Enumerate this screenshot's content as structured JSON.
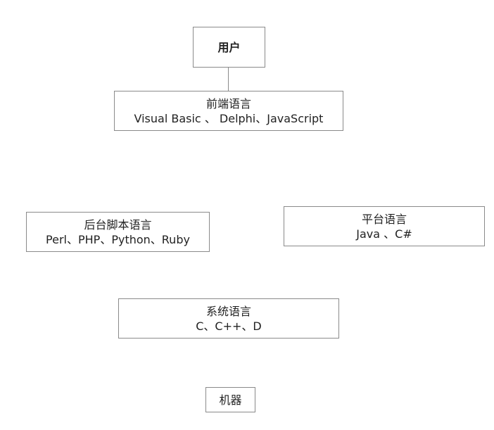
{
  "nodes": {
    "user": {
      "title": "用户"
    },
    "frontend": {
      "title": "前端语言",
      "items": "Visual Basic 、 Delphi、JavaScript"
    },
    "backend_script": {
      "title": "后台脚本语言",
      "items": "Perl、PHP、Python、Ruby"
    },
    "platform": {
      "title": "平台语言",
      "items": "Java 、C#"
    },
    "system": {
      "title": "系统语言",
      "items": "C、C++、D"
    },
    "machine": {
      "title": "机器"
    }
  },
  "colors": {
    "border": "#8a8a8a",
    "text": "#222222",
    "background": "#ffffff"
  }
}
